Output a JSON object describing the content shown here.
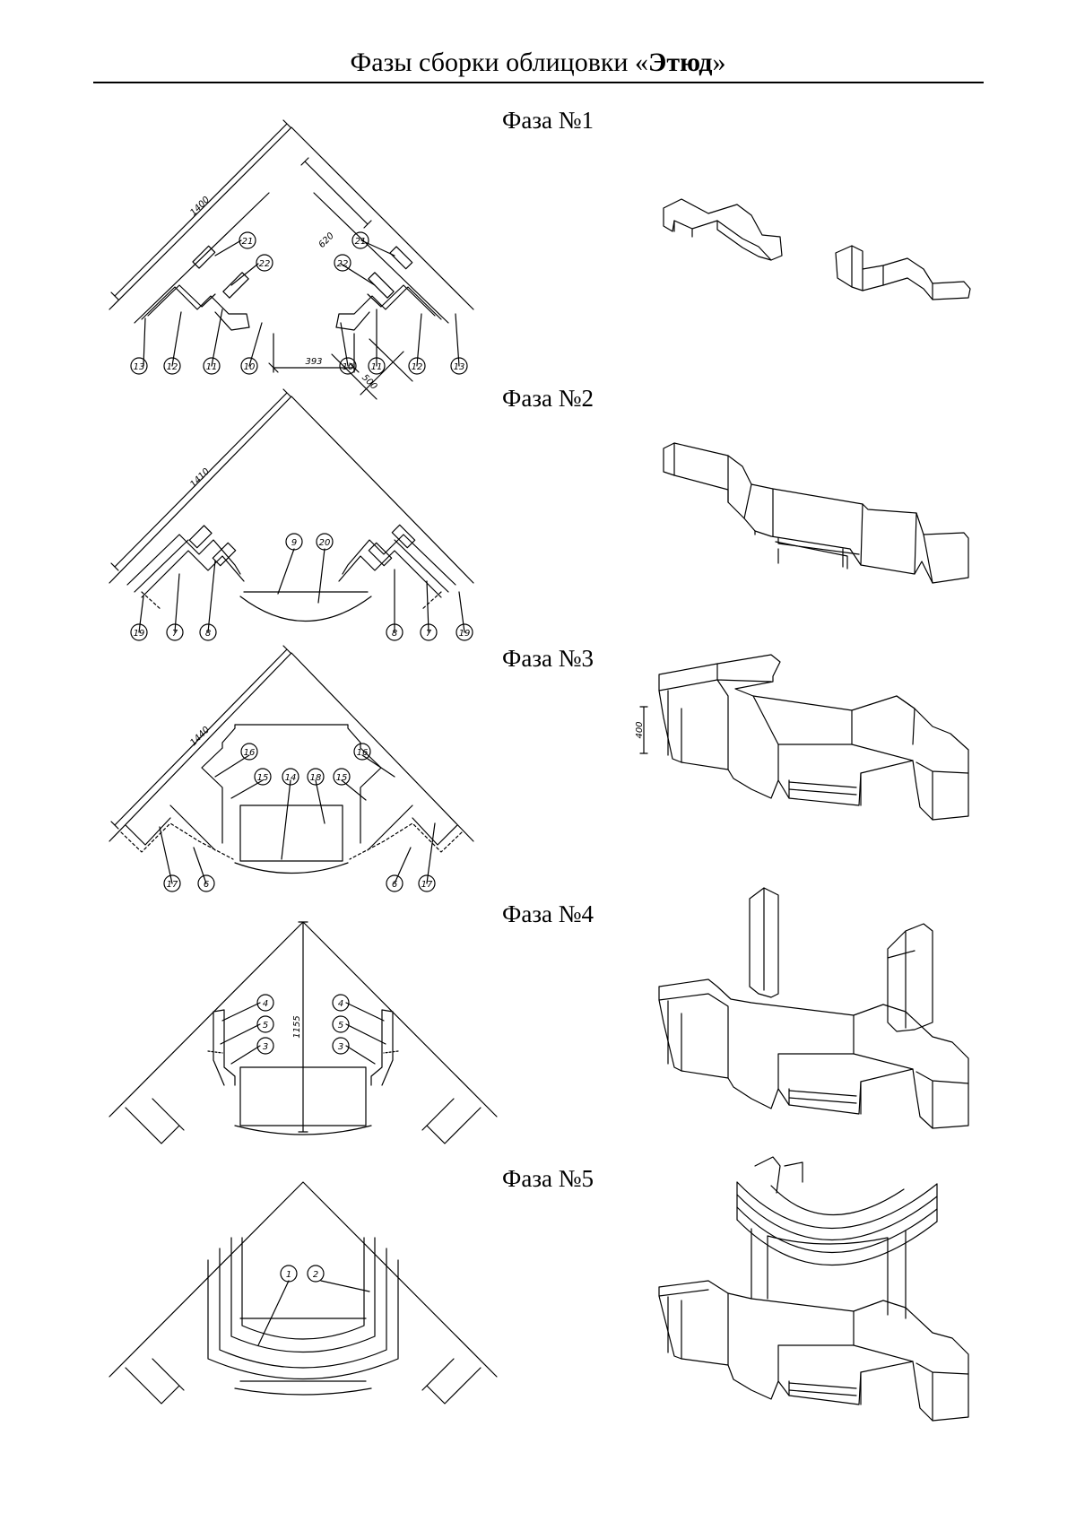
{
  "page": {
    "title_main": "Фазы сборки облицовки «",
    "title_bold": "Этюд",
    "title_end": "»"
  },
  "phases": [
    {
      "label": "Фаза №1",
      "dims": [
        "1400",
        "620",
        "393",
        "500"
      ],
      "callouts": [
        "21",
        "22",
        "21",
        "22",
        "13",
        "12",
        "11",
        "10",
        "10",
        "11",
        "12",
        "13"
      ]
    },
    {
      "label": "Фаза №2",
      "dims": [
        "1410"
      ],
      "callouts": [
        "9",
        "20",
        "19",
        "7",
        "8",
        "8",
        "7",
        "19"
      ]
    },
    {
      "label": "Фаза №3",
      "dims": [
        "1440",
        "400"
      ],
      "callouts": [
        "16",
        "16",
        "15",
        "14",
        "18",
        "15",
        "17",
        "6",
        "6",
        "17"
      ]
    },
    {
      "label": "Фаза №4",
      "dims": [
        "1155"
      ],
      "callouts": [
        "4",
        "5",
        "3",
        "4",
        "5",
        "3"
      ]
    },
    {
      "label": "Фаза №5",
      "dims": [],
      "callouts": [
        "1",
        "2"
      ]
    }
  ],
  "colors": {
    "line": "#000000",
    "background": "#ffffff"
  }
}
